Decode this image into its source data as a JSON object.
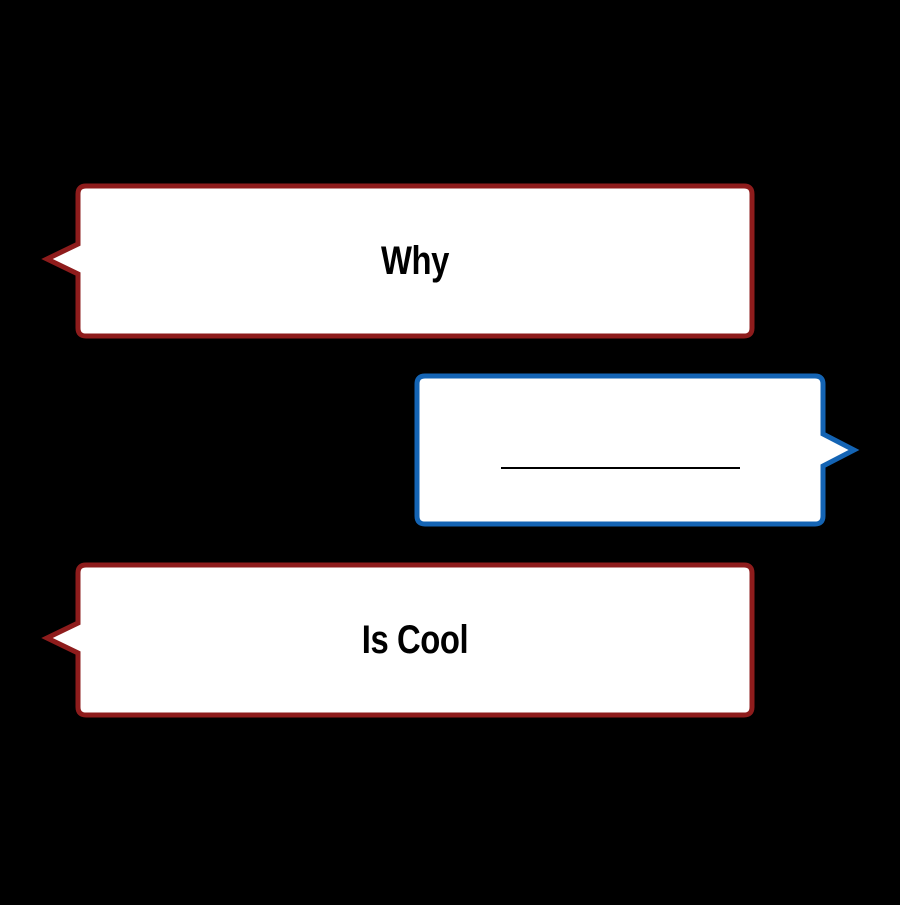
{
  "bubbles": [
    {
      "side": "left",
      "text": "Why",
      "border_color": "#8e1c1c"
    },
    {
      "side": "right",
      "text": "",
      "border_color": "#1464b4"
    },
    {
      "side": "left",
      "text": "Is Cool",
      "border_color": "#8e1c1c"
    }
  ],
  "colors": {
    "background": "#000000",
    "bubble_fill": "#ffffff",
    "left_border": "#8e1c1c",
    "right_border": "#1464b4"
  }
}
